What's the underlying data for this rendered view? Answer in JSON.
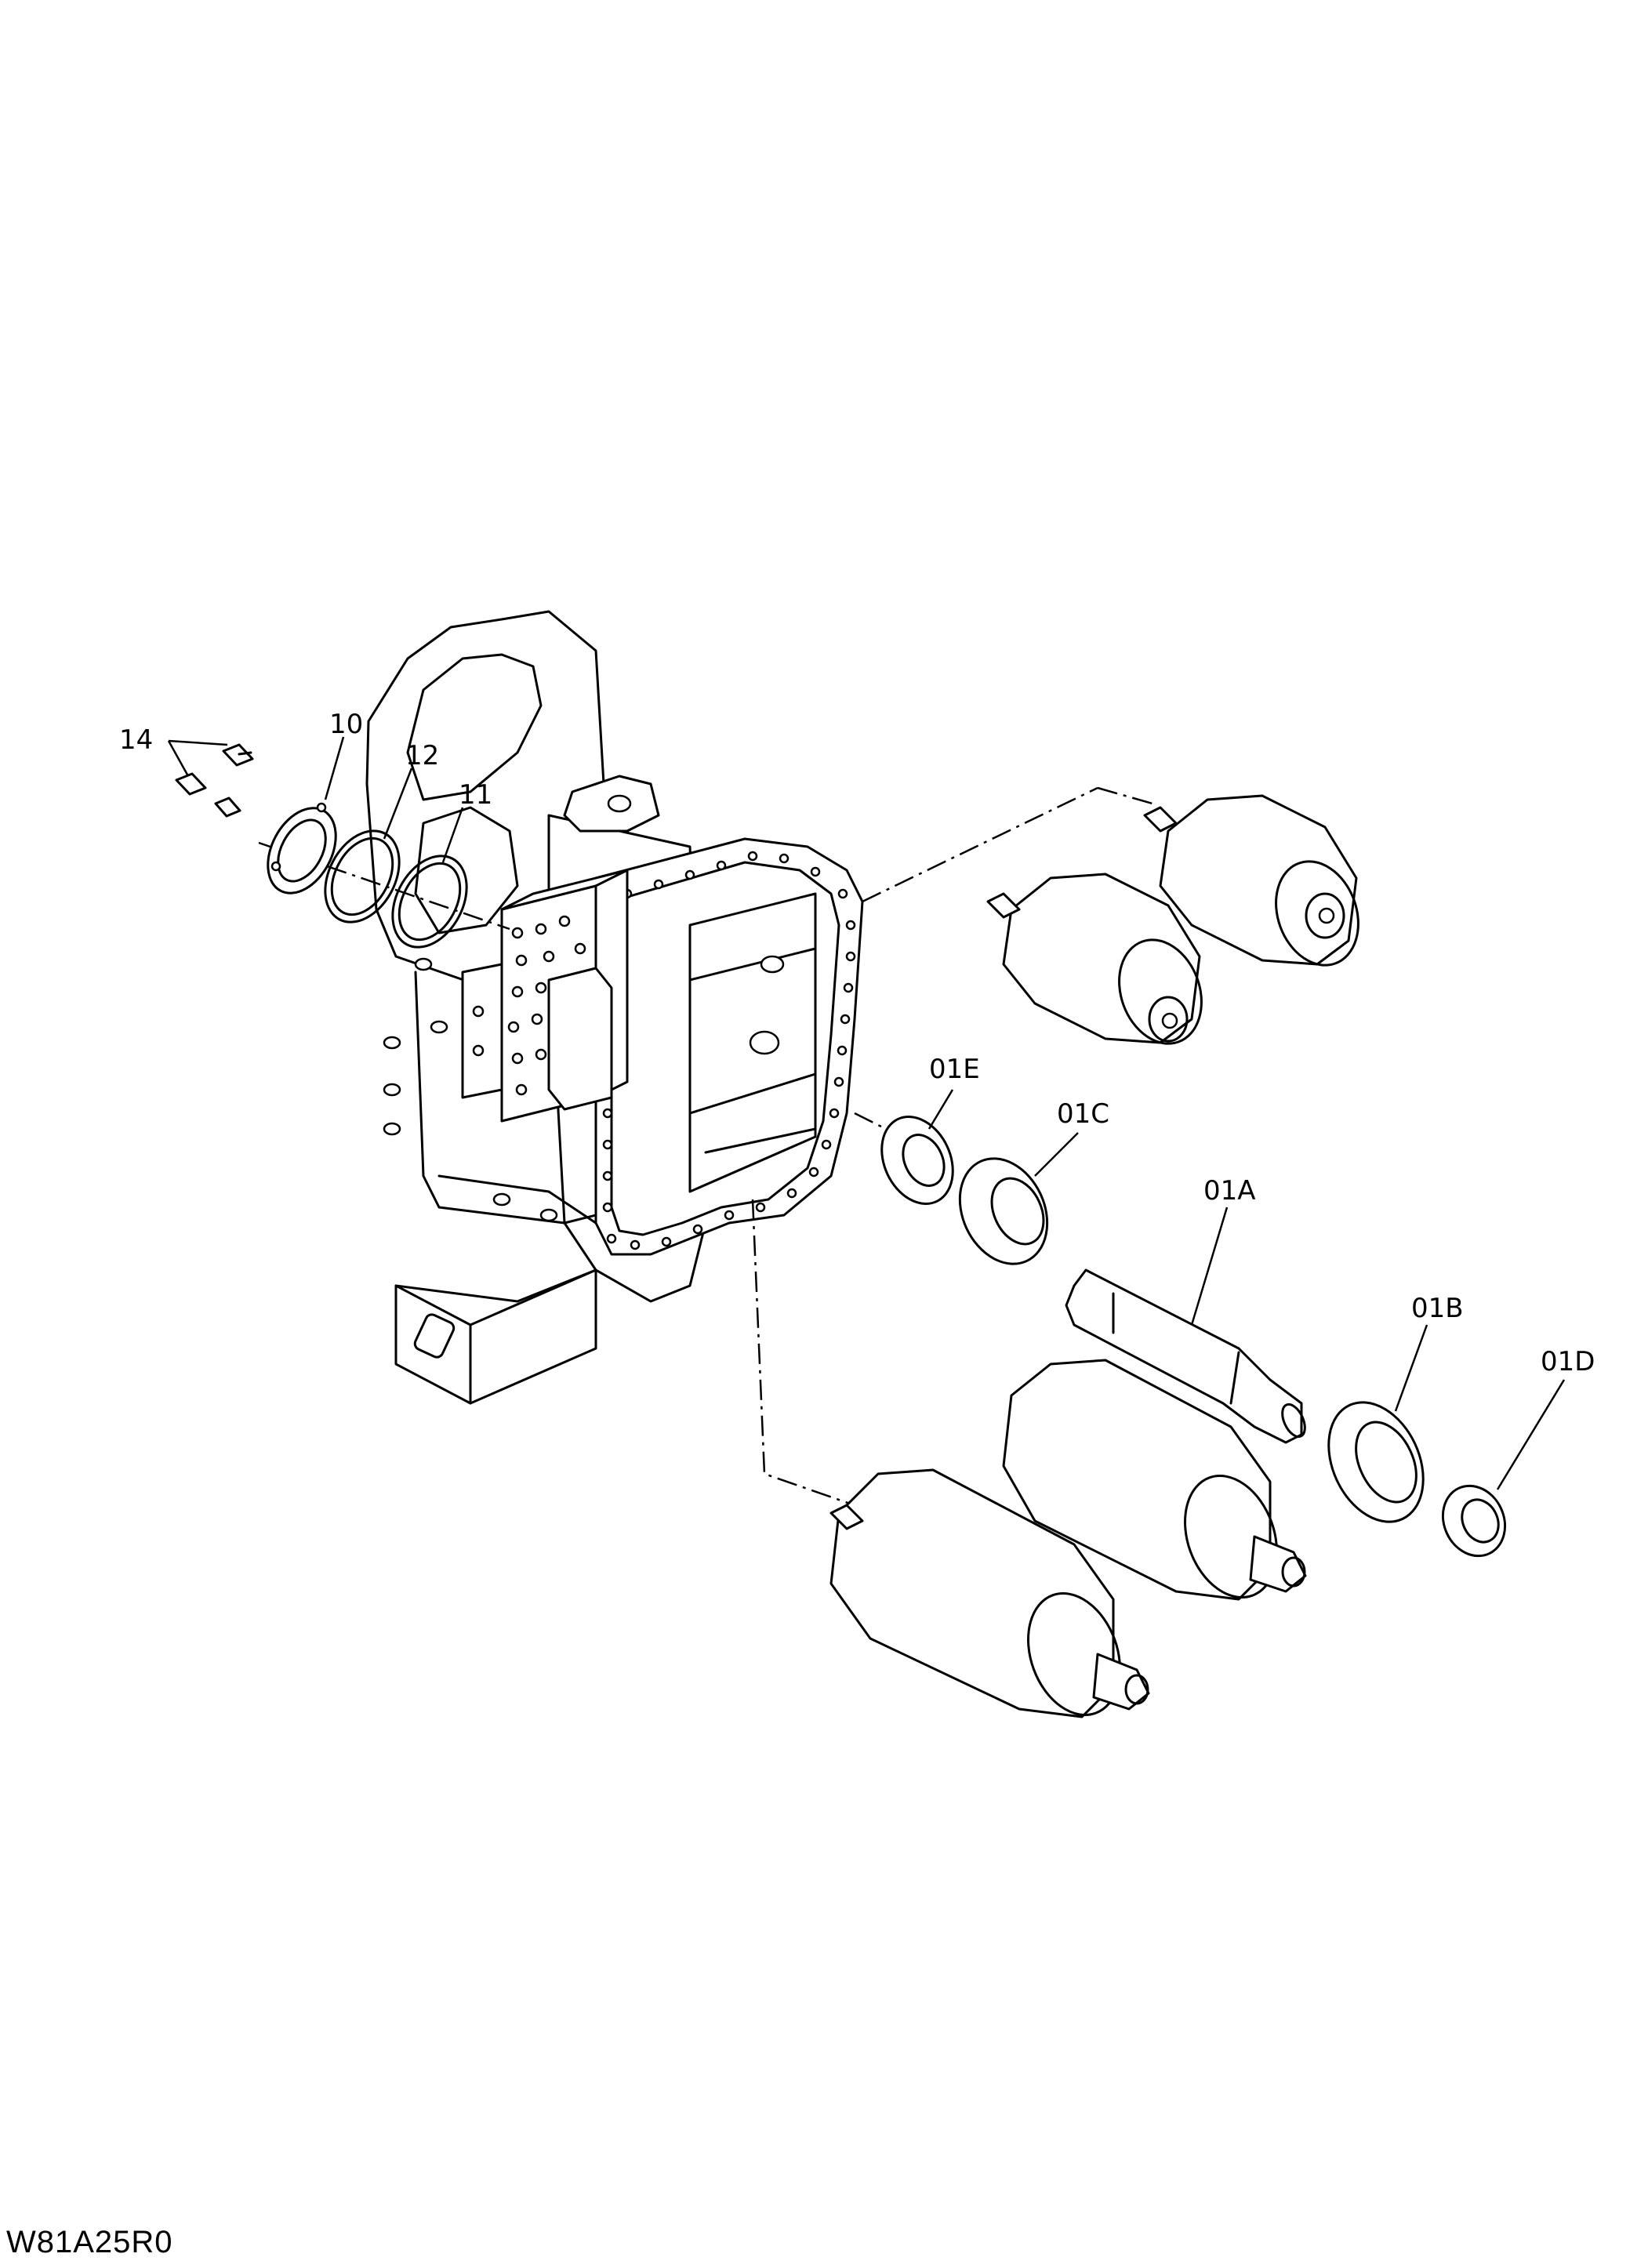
{
  "callouts": {
    "c14": "14",
    "c10": "10",
    "c12": "12",
    "c11": "11",
    "c01E": "01E",
    "c01C": "01C",
    "c01A": "01A",
    "c01B": "01B",
    "c01D": "01D"
  },
  "drawing_code": "W81A25R0"
}
